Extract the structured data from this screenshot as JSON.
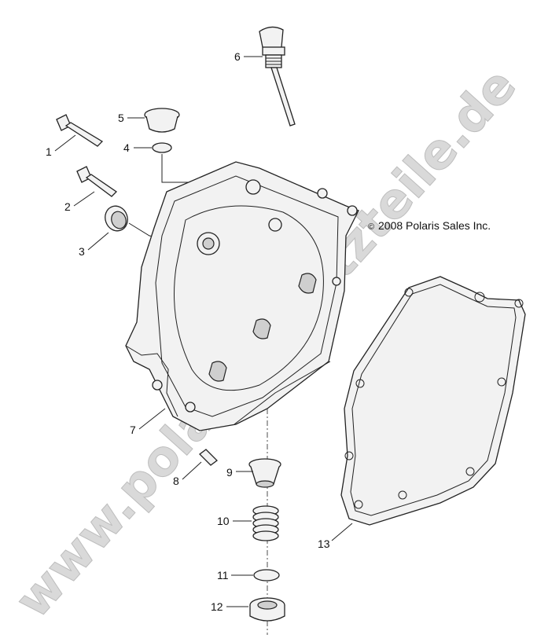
{
  "watermark": "www.polarisersatzteile.de",
  "copyright": "2008 Polaris Sales Inc.",
  "copyright_symbol": "©",
  "callouts": [
    "1",
    "2",
    "3",
    "4",
    "5",
    "6",
    "7",
    "8",
    "9",
    "10",
    "11",
    "12",
    "13"
  ]
}
